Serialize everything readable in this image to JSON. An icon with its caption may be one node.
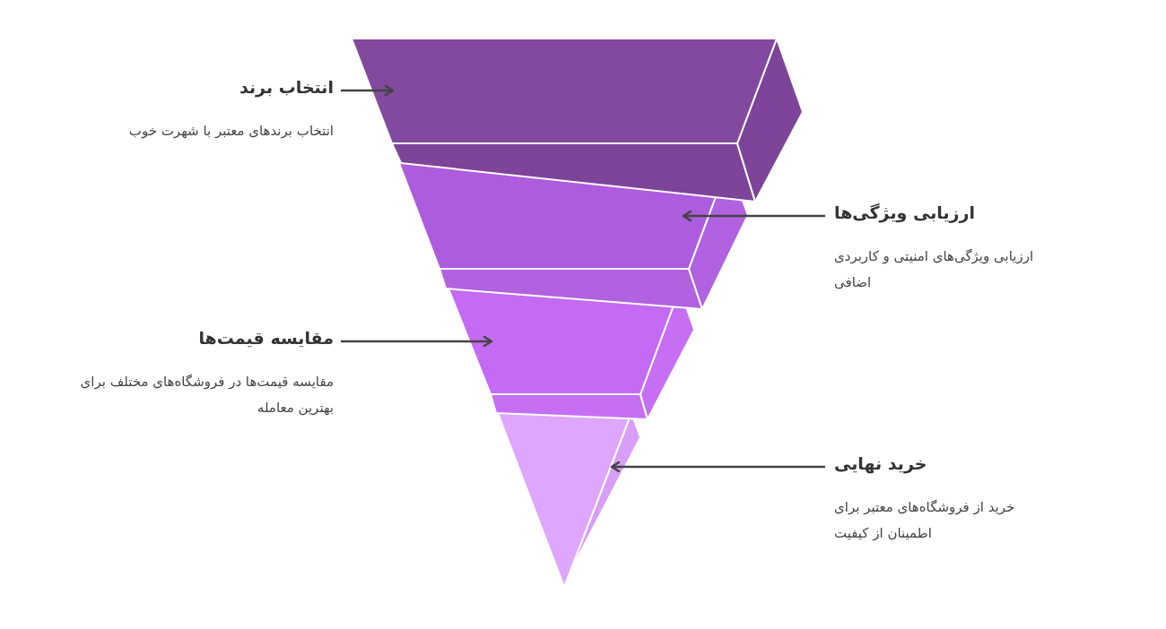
{
  "diagram": {
    "nodes": [
      {
        "text": [],
        "shape": "trapezoid"
      },
      {
        "text": [],
        "shape": "trapezoid"
      },
      {
        "text": [],
        "shape": "trapezoid"
      },
      {
        "text": [],
        "shape": "triangle"
      },
      {
        "text": [
          "انتخاب برند",
          "انتخاب برندهای معتبر با شهرت خوب"
        ]
      },
      {
        "text": [
          "ارزیابی ویژگی‌ها",
          "ارزیابی ویژگی‌های امنیتی و کاربردی اضافی"
        ]
      },
      {
        "text": [
          "مقایسه قیمت‌ها",
          "مقایسه قیمت‌ها در فروشگاه‌های مختلف برای بهترین معامله"
        ]
      },
      {
        "text": [
          "خرید نهایی",
          "خرید از فروشگاه‌های معتبر برای اطمینان از کیفیت"
        ]
      }
    ],
    "edges": [
      {
        "from": 4,
        "to": 0,
        "arrow": "to"
      },
      {
        "from": 5,
        "to": 1,
        "arrow": "to"
      },
      {
        "from": 6,
        "to": 2,
        "arrow": "to"
      },
      {
        "from": 7,
        "to": 3,
        "arrow": "to"
      }
    ]
  }
}
